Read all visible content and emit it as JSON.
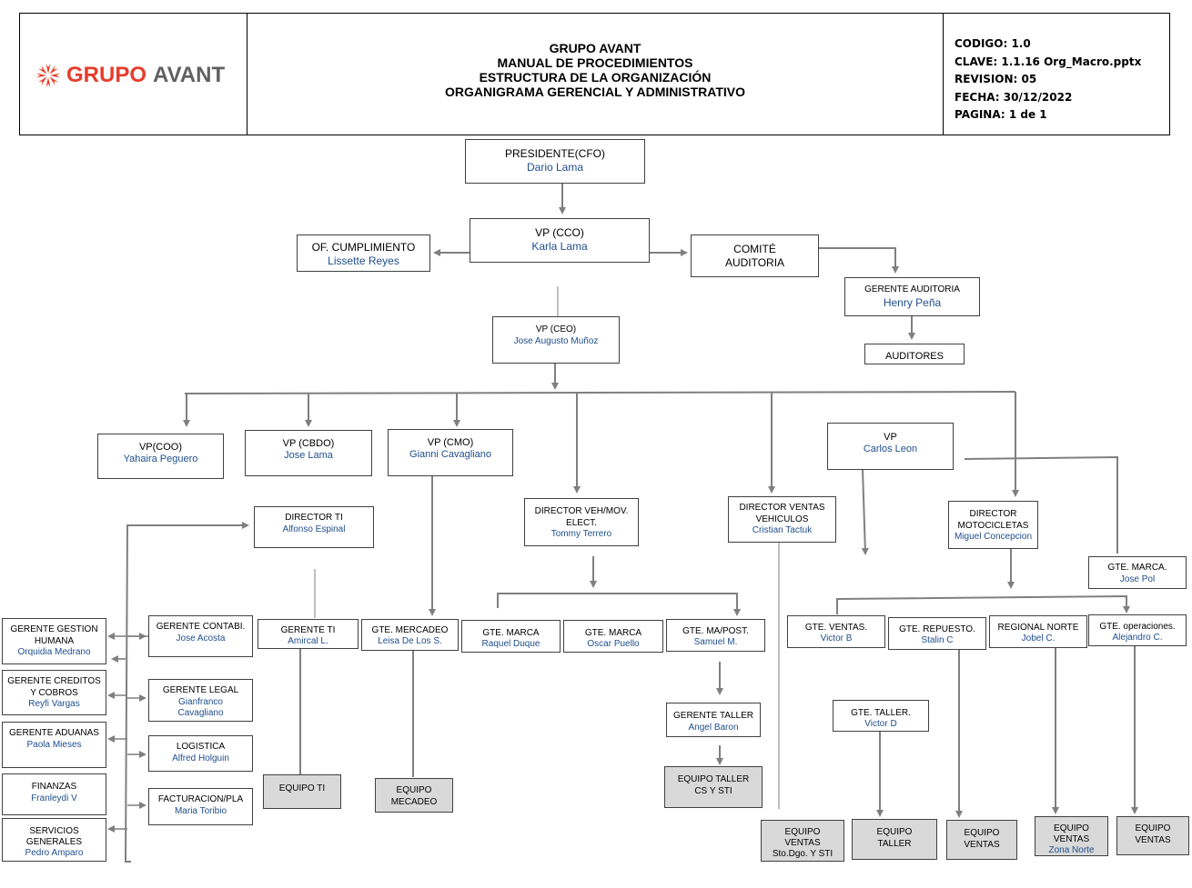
{
  "header": {
    "logo_word1": "GRUPO",
    "logo_word2": "AVANT",
    "title_lines": [
      "GRUPO AVANT",
      "MANUAL DE PROCEDIMIENTOS",
      "ESTRUCTURA DE LA ORGANIZACIÓN",
      "ORGANIGRAMA GERENCIAL Y ADMINISTRATIVO"
    ],
    "info_lines": [
      "CODIGO: 1.0",
      "CLAVE: 1.1.16 Org_Macro.pptx",
      "REVISION: 05",
      "FECHA: 30/12/2022",
      "PAGINA: 1 de 1"
    ]
  },
  "nodes": {
    "presidente": {
      "title": "PRESIDENTE(CFO)",
      "name": "Dario Lama"
    },
    "vp_cco": {
      "title": "VP (CCO)",
      "name": "Karla Lama"
    },
    "of_cumplimiento": {
      "title": "OF. CUMPLIMIENTO",
      "name": "Lissette Reyes"
    },
    "comite": {
      "title": "COMITÉ",
      "title2": "AUDITORIA"
    },
    "gerente_auditoria": {
      "title": "GERENTE AUDITORIA",
      "name": "Henry Peña"
    },
    "auditores": {
      "title": "AUDITORES"
    },
    "vp_ceo": {
      "title": "VP (CEO)",
      "name": "Jose Augusto Muñoz"
    },
    "vp_coo": {
      "title": "VP(COO)",
      "name": "Yahaira Peguero"
    },
    "vp_cbdo": {
      "title": "VP (CBDO)",
      "name": "Jose Lama"
    },
    "vp_cmo": {
      "title": "VP (CMO)",
      "name": "Gianni Cavagliano"
    },
    "vp_carlos": {
      "title": "VP",
      "name": "Carlos Leon"
    },
    "director_ti": {
      "title": "DIRECTOR TI",
      "name": "Alfonso Espinal"
    },
    "director_veh": {
      "title": "DIRECTOR VEH/MOV.",
      "title2": "ELECT.",
      "name": "Tommy Terrero"
    },
    "director_ventas_veh": {
      "title": "DIRECTOR VENTAS",
      "title2": "VEHICULOS",
      "name": "Cristian Tactuk"
    },
    "director_moto": {
      "title": "DIRECTOR",
      "title2": "MOTOCICLETAS",
      "name": "Miguel Concepcion"
    },
    "gte_marca_pol": {
      "title": "GTE. MARCA.",
      "name": "Jose Pol"
    },
    "gerente_gh": {
      "title": "GERENTE GESTION",
      "title2": "HUMANA",
      "name": "Orquidia Medrano"
    },
    "gerente_contabi": {
      "title": "GERENTE CONTABI.",
      "name": "Jose Acosta"
    },
    "gerente_creditos": {
      "title": "GERENTE CREDITOS",
      "title2": "Y COBROS",
      "name": "Reyfi Vargas"
    },
    "gerente_legal": {
      "title": "GERENTE LEGAL",
      "name": "Gianfranco",
      "name2": "Cavagliano"
    },
    "gerente_aduanas": {
      "title": "GERENTE ADUANAS",
      "name": "Paola Mieses"
    },
    "logistica": {
      "title": "LOGISTICA",
      "name": "Alfred Holguin"
    },
    "finanzas": {
      "title": "FINANZAS",
      "name": "Franleydi V"
    },
    "facturacion": {
      "title": "FACTURACION/PLA",
      "name": "Maria Toribio"
    },
    "servicios": {
      "title": "SERVICIOS",
      "title2": "GENERALES",
      "name": "Pedro Amparo"
    },
    "gerente_ti": {
      "title": "GERENTE TI",
      "name": "Amircal L."
    },
    "gte_mercadeo": {
      "title": "GTE. MERCADEO",
      "name": "Leisa  De Los S."
    },
    "gte_marca_raquel": {
      "title": "GTE. MARCA",
      "name": "Raquel Duque"
    },
    "gte_marca_oscar": {
      "title": "GTE. MARCA",
      "name": "Oscar Puello"
    },
    "gte_ma_post": {
      "title": "GTE. MA/POST.",
      "name": "Samuel M."
    },
    "gerente_taller": {
      "title": "GERENTE  TALLER",
      "name": "Angel Baron"
    },
    "equipo_taller_cs": {
      "title": "EQUIPO  TALLER",
      "title2": "CS Y STI"
    },
    "equipo_ti": {
      "title": "EQUIPO TI"
    },
    "equipo_mercadeo": {
      "title": "EQUIPO",
      "title2": "MECADEO"
    },
    "gte_ventas_b": {
      "title": "GTE. VENTAS.",
      "name": "Victor B"
    },
    "gte_repuesto": {
      "title": "GTE. REPUESTO.",
      "name": "Stalin C"
    },
    "regional_norte": {
      "title": "REGIONAL NORTE",
      "name": "Jobel C."
    },
    "gte_operaciones": {
      "title": "GTE. operaciones.",
      "name": "Alejandro C."
    },
    "gte_taller_d": {
      "title": "GTE. TALLER.",
      "name": "Victor D"
    },
    "equipo_ventas_sto": {
      "title": "EQUIPO",
      "title2": "VENTAS",
      "title3": "Sto.Dgo. Y STI"
    },
    "equipo_taller": {
      "title": "EQUIPO",
      "title2": "TALLER"
    },
    "equipo_ventas_1": {
      "title": "EQUIPO",
      "title2": "VENTAS"
    },
    "equipo_ventas_norte": {
      "title": "EQUIPO",
      "title2": "VENTAS",
      "name": "Zona Norte"
    },
    "equipo_ventas_2": {
      "title": "EQUIPO",
      "title2": "VENTAS"
    }
  },
  "colors": {
    "name_text": "#1f4e8c",
    "connector": "#7f7f7f",
    "logo_red": "#e73c2b",
    "logo_gray": "#606060",
    "team_fill": "#d9d9d9"
  }
}
